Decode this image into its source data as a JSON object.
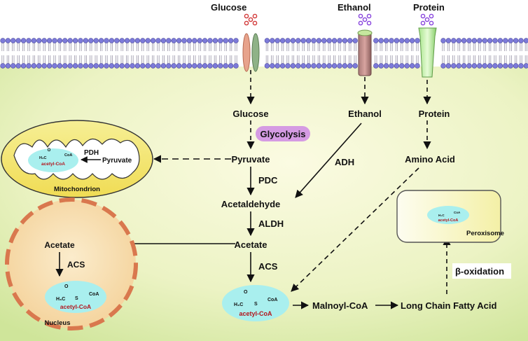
{
  "top_labels": {
    "glucose": "Glucose",
    "ethanol": "Ethanol",
    "protein": "Protein"
  },
  "nodes": {
    "glucose": "Glucose",
    "glycolysis": "Glycolysis",
    "pyruvate": "Pyruvate",
    "pdc": "PDC",
    "acetaldehyde": "Acetaldehyde",
    "aldh": "ALDH",
    "acetate": "Acetate",
    "acs": "ACS",
    "ethanol": "Ethanol",
    "adh": "ADH",
    "protein": "Protein",
    "amino_acid": "Amino Acid",
    "malonyl_coa": "Malnoyl-CoA",
    "long_chain_fatty_acid": "Long Chain Fatty Acid",
    "beta_oxidation": "β-oxidation"
  },
  "mitochondrion": {
    "title": "Mitochondrion",
    "pyruvate": "Pyruvate",
    "pdh": "PDH",
    "acetyl_coa": "acetyl-CoA",
    "h3c": "H₃C",
    "coa": "CoA"
  },
  "nucleus": {
    "title": "Nucleus",
    "acetate": "Acetate",
    "acs": "ACS",
    "acetyl_coa": "acetyl-CoA",
    "h3c": "H₃C",
    "coa": "CoA",
    "o": "O",
    "s": "S"
  },
  "cytosol_acetyl": {
    "acetyl_coa": "acetyl-CoA",
    "h3c": "H₃C",
    "coa": "CoA",
    "o": "O",
    "s": "S"
  },
  "peroxisome": {
    "title": "Peroxisome",
    "acetyl_coa": "acetyl-CoA",
    "h3c": "H₃C",
    "coa": "CoA"
  },
  "colors": {
    "glycolysis_bg": "#d59be3",
    "molecule_bg": "#a9efee",
    "mito_fill": "#f8eb77",
    "nucleus_fill": "#f8dba6",
    "nucleus_ring": "#d9784e",
    "membrane_head": "#7c7ad9",
    "glucose_dot": "#d23a3a",
    "ethanol_dot": "#8844dd",
    "acetyl_red": "#b3141c"
  }
}
